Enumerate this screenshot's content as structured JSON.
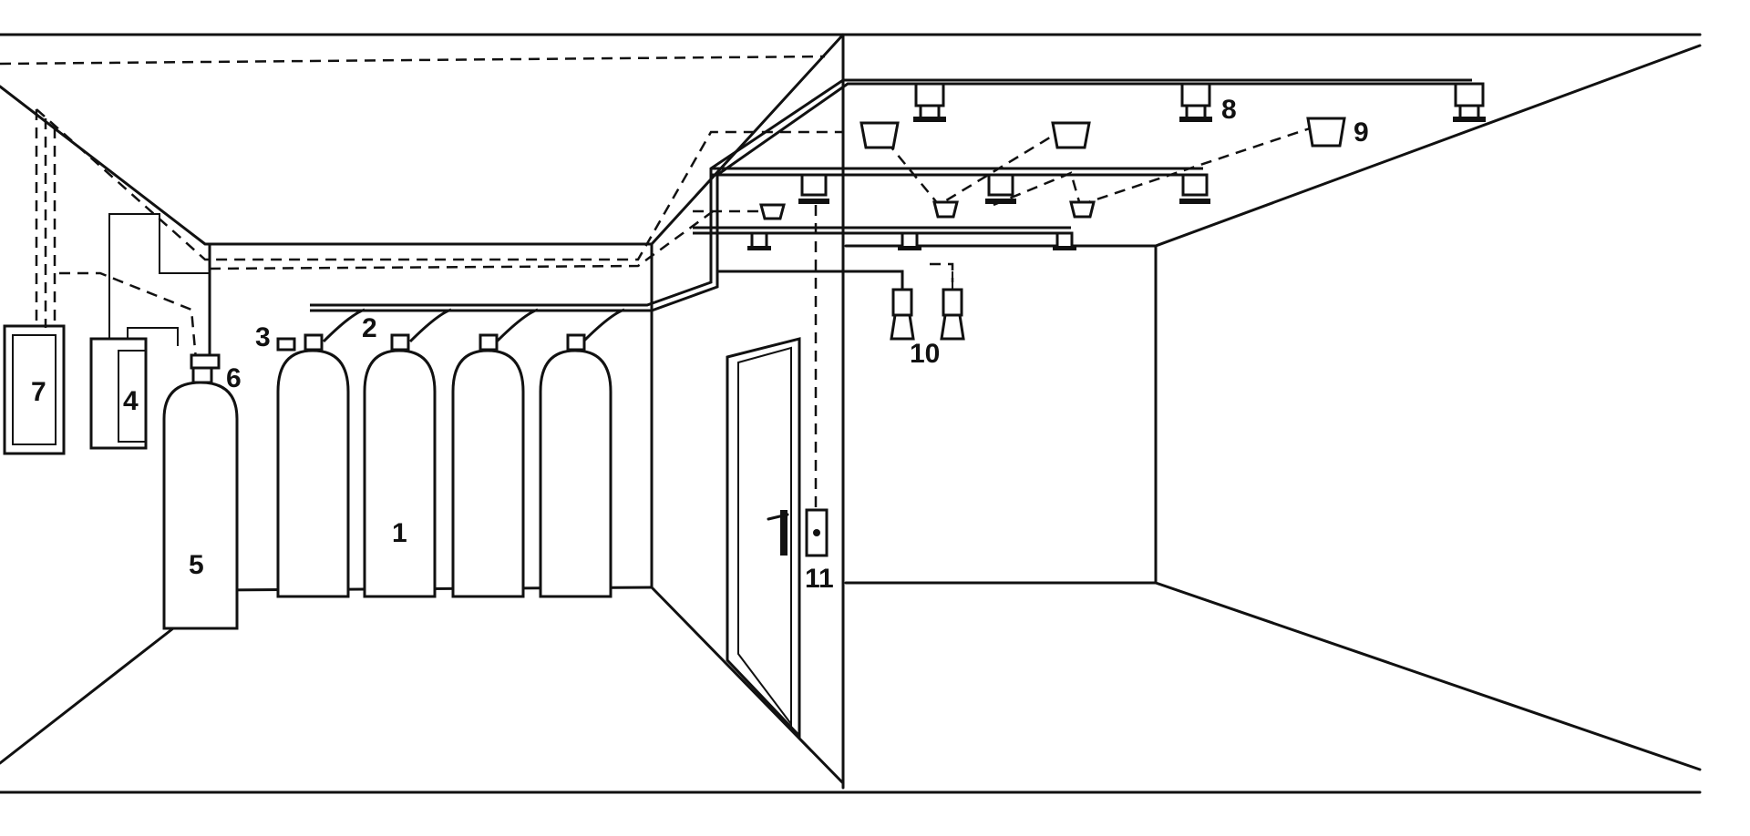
{
  "labels": {
    "cylinders": "1",
    "container_valve": "2",
    "pilot_valve": "3",
    "control_panel": "4",
    "pilot_cylinder": "5",
    "solenoid": "6",
    "alarm_box": "7",
    "nozzle_upper": "8",
    "detector": "9",
    "sounders": "10",
    "manual_switch": "11"
  },
  "colors": {
    "line": "#111111",
    "background": "#ffffff"
  }
}
